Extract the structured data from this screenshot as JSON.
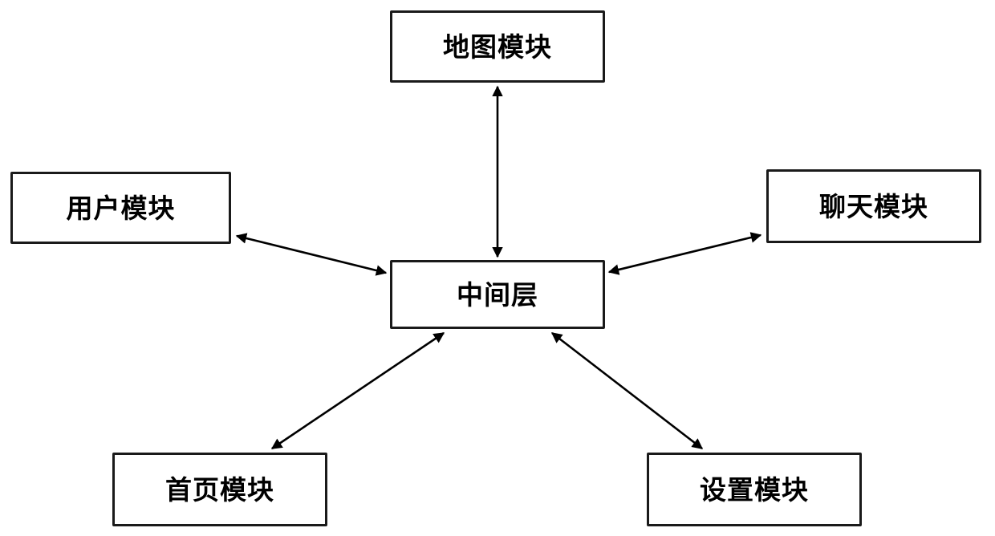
{
  "diagram": {
    "title": "",
    "type": "hub-and-spoke module architecture",
    "colors": {
      "background": "#ffffff",
      "node_border": "#1a1a1a",
      "node_fill": "#ffffff",
      "edge": "#000000",
      "text": "#000000"
    },
    "nodes": [
      {
        "id": "map",
        "label": "地图模块",
        "role": "module",
        "position": "top"
      },
      {
        "id": "user",
        "label": "用户模块",
        "role": "module",
        "position": "left"
      },
      {
        "id": "chat",
        "label": "聊天模块",
        "role": "module",
        "position": "right"
      },
      {
        "id": "middle",
        "label": "中间层",
        "role": "middle-layer",
        "position": "center"
      },
      {
        "id": "home",
        "label": "首页模块",
        "role": "module",
        "position": "bottom-left"
      },
      {
        "id": "setting",
        "label": "设置模块",
        "role": "module",
        "position": "bottom-right"
      }
    ],
    "edges": [
      {
        "from": "middle",
        "to": "map",
        "arrow": "double",
        "label": ""
      },
      {
        "from": "middle",
        "to": "user",
        "arrow": "double",
        "label": ""
      },
      {
        "from": "middle",
        "to": "chat",
        "arrow": "double",
        "label": ""
      },
      {
        "from": "middle",
        "to": "home",
        "arrow": "double",
        "label": ""
      },
      {
        "from": "middle",
        "to": "setting",
        "arrow": "double",
        "label": ""
      }
    ]
  }
}
